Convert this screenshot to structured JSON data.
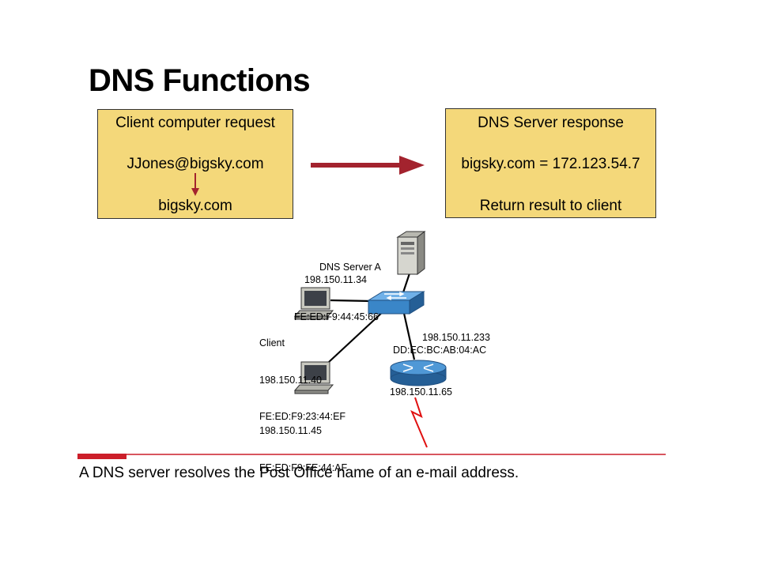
{
  "title": "DNS Functions",
  "request_box": {
    "heading": "Client computer request",
    "email": "JJones@bigsky.com",
    "domain": "bigsky.com"
  },
  "response_box": {
    "heading": "DNS Server response",
    "mapping": "bigsky.com = 172.123.54.7",
    "action": "Return result to client"
  },
  "network": {
    "dns_server": {
      "name": "DNS Server A",
      "ip": "198.150.11.34",
      "mac": "FE:ED:F9:44:45:66"
    },
    "client": {
      "name": "Client",
      "ip": "198.150.11.40",
      "mac": "FE:ED:F9:23:44:EF"
    },
    "host2": {
      "ip": "198.150.11.45",
      "mac": "FE:ED:F9:FE:44:AF"
    },
    "router": {
      "ip_lan": "198.150.11.233",
      "mac": "DD:EC:BC:AB:04:AC",
      "ip_wan": "198.150.11.65"
    }
  },
  "caption": "A DNS server resolves the Post Office name of an e-mail address.",
  "colors": {
    "box_fill": "#f4d87a",
    "arrow": "#a3232e",
    "accent_red": "#cc1f2a",
    "switch_blue": "#3a86c8",
    "wan_link": "#e01010"
  }
}
